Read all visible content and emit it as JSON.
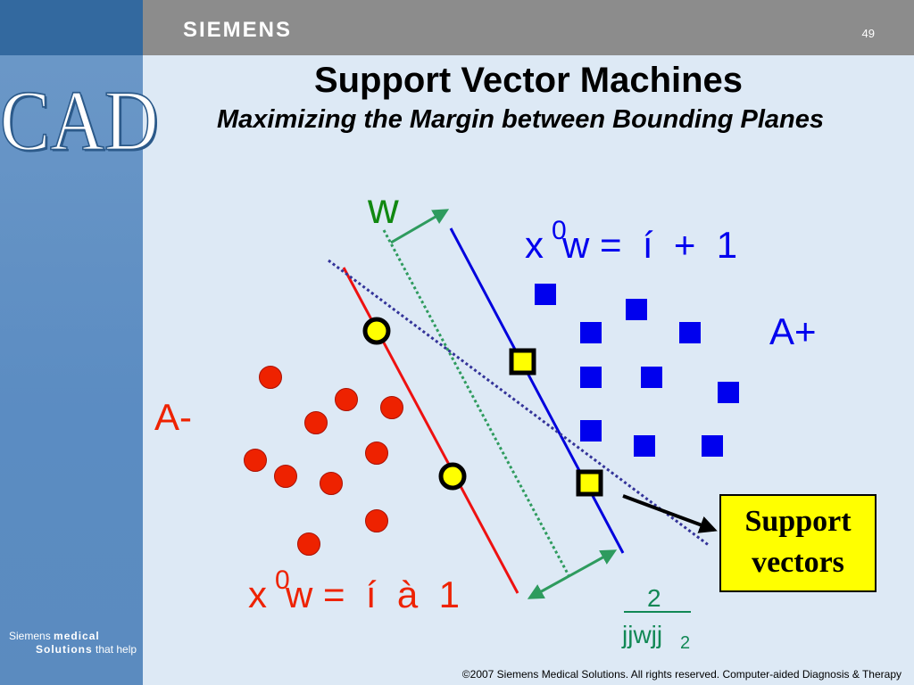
{
  "header": {
    "brand": "SIEMENS",
    "page_number": "49"
  },
  "sidebar": {
    "logo_text": "CAD",
    "company_line1_a": "Siemens",
    "company_line1_b": "medical",
    "company_line2_a": "Solutions",
    "company_line2_b": "that help"
  },
  "slide": {
    "title": "Support Vector Machines",
    "subtitle": "Maximizing the Margin between Bounding Planes"
  },
  "diagram": {
    "w_label": "w",
    "plus_equation": {
      "x": "x",
      "prime": "0",
      "rest": "w =  í  +  1"
    },
    "minus_equation": {
      "x": "x",
      "prime": "0",
      "rest": "w =  í  à  1"
    },
    "class_plus": "A+",
    "class_minus": "A-",
    "margin_numerator": "2",
    "margin_denominator": "jjwjj",
    "margin_subscript": "2",
    "support_label_line1": "Support",
    "support_label_line2": "vectors",
    "colors": {
      "plus": "#0000ee",
      "minus": "#ee2200",
      "w_green": "#118811",
      "arrow_green": "#2e9b5e",
      "support_fill": "#ffff00",
      "separator_dotted": "#333399"
    },
    "plus_points_count_label": "",
    "minus_points_count_label": ""
  },
  "footer": {
    "copyright": "©2007 Siemens Medical Solutions. All rights reserved. Computer-aided Diagnosis & Therapy"
  }
}
